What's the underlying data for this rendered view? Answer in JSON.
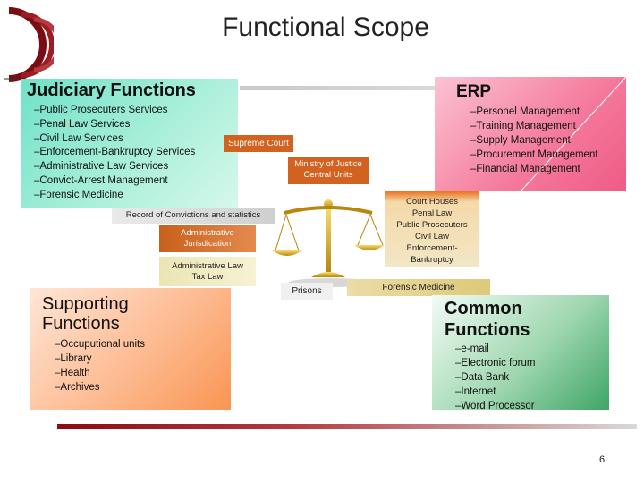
{
  "title": "Functional Scope",
  "judiciary": {
    "heading": "Judiciary Functions",
    "items": [
      "–Public Prosecuters Services",
      "–Penal Law Services",
      "–Civil Law Services",
      "–Enforcement-Bankruptcy Services",
      "–Administrative Law Services",
      "–Convict-Arrest Management",
      "–Forensic Medicine"
    ]
  },
  "erp": {
    "heading": "ERP",
    "items": [
      "–Personel Management",
      "–Training Management",
      "–Supply Management",
      "–Procurement Management",
      "–Financial Management"
    ]
  },
  "supporting": {
    "heading_line1": "Supporting",
    "heading_line2": "Functions",
    "items": [
      "–Occuputional units",
      "–Library",
      "–Health",
      "–Archives"
    ]
  },
  "common": {
    "heading_line1": "Common",
    "heading_line2": "Functions",
    "items": [
      "–e-mail",
      "–Electronic forum",
      "–Data Bank",
      "–Internet",
      "–Word Processor"
    ]
  },
  "labels": {
    "supreme_court": "Supreme Court",
    "ministry_line1": "Ministry of Justice",
    "ministry_line2": "Central Units",
    "court_houses": [
      "Court Houses",
      "Penal Law",
      "Public Prosecuters",
      "Civil Law",
      "Enforcement-",
      "Bankruptcy"
    ],
    "record": "Record of Convictions and statistics",
    "admin_jur_line1": "Administrative",
    "admin_jur_line2": "Jurisdication",
    "admin_law_line1": "Administrative Law",
    "admin_law_line2": "Tax Law",
    "prisons": "Prisons",
    "forensic": "Forensic Medicine"
  },
  "page_number": "6",
  "colors": {
    "judiciary": "#7fe3cc",
    "erp": "#f4799a",
    "supporting": "#fdbb92",
    "common": "#3fa565",
    "accent_orange": "#d2621f",
    "maroon": "#8b0b12"
  },
  "icons": [
    "arc-decoration-icon",
    "scales-of-justice-icon"
  ]
}
